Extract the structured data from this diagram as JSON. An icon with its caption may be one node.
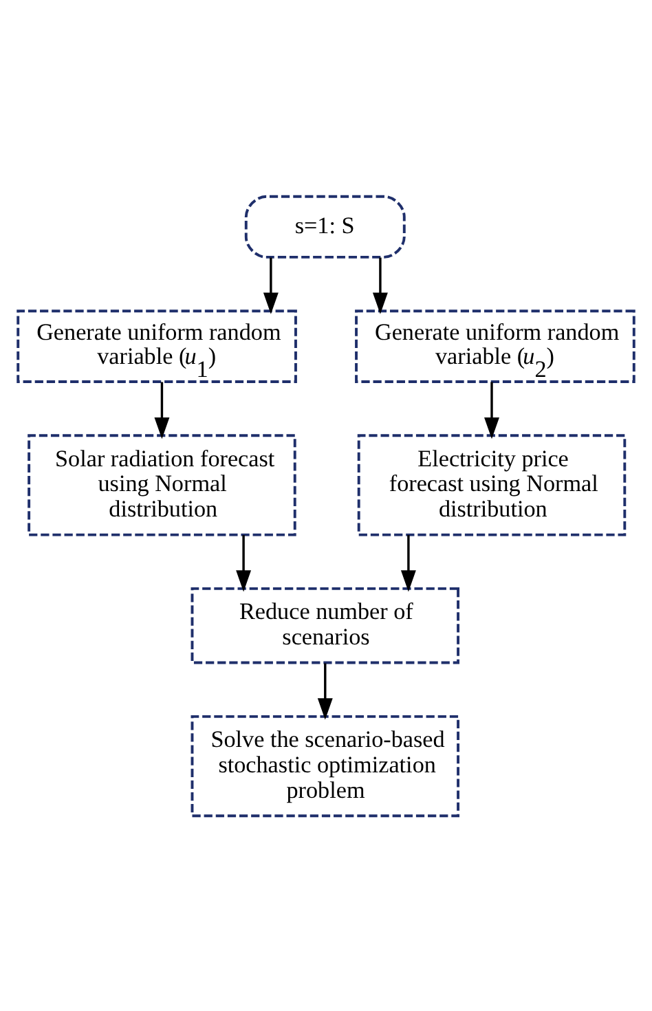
{
  "diagram": {
    "nodes": [
      {
        "text": [
          "s=1: S"
        ]
      },
      {
        "text": [
          "Generate uniform random variable (*u*$_{1}$)"
        ]
      },
      {
        "text": [
          "Generate uniform random variable (*u*$_{2}$)"
        ]
      },
      {
        "text": [
          "Solar radiation forecast using Normal distribution"
        ]
      },
      {
        "text": [
          "Electricity price forecast using Normal distribution"
        ]
      },
      {
        "text": [
          "Reduce number of scenarios"
        ]
      },
      {
        "text": [
          "Solve the scenario-based stochastic optimization problem"
        ]
      }
    ],
    "edges": [
      {
        "from": 0,
        "to": 1,
        "arrow": "to"
      },
      {
        "from": 0,
        "to": 2,
        "arrow": "to"
      },
      {
        "from": 1,
        "to": 3,
        "arrow": "to"
      },
      {
        "from": 2,
        "to": 4,
        "arrow": "to"
      },
      {
        "from": 3,
        "to": 5,
        "arrow": "to"
      },
      {
        "from": 4,
        "to": 5,
        "arrow": "to"
      },
      {
        "from": 5,
        "to": 6,
        "arrow": "to"
      }
    ]
  }
}
